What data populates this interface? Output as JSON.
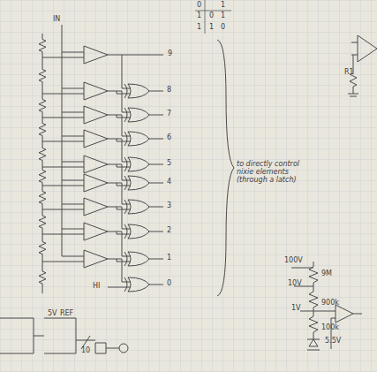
{
  "diagram": {
    "labels": [
      "0",
      "1",
      "1",
      "0",
      "1",
      "1",
      "1",
      "0",
      "IN",
      "9",
      "8",
      "7",
      "6",
      "5",
      "4",
      "3",
      "2",
      "1",
      "0",
      "HI",
      "to directly control nixie elements (through a latch)",
      "R1",
      "100V",
      "10V",
      "9M",
      "1V",
      "900k",
      "100k",
      "5.5V",
      "5V",
      "REF",
      "10"
    ]
  }
}
